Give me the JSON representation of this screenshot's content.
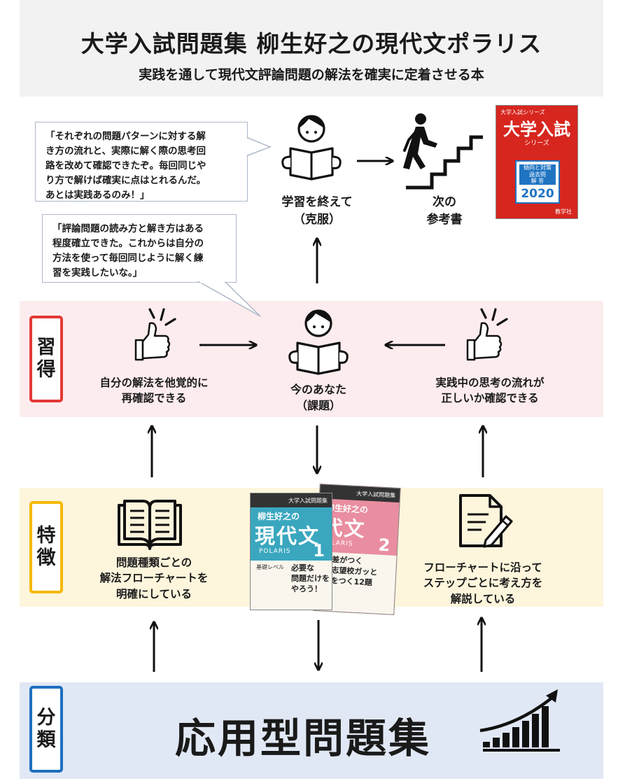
{
  "header": {
    "title": "大学入試問題集 柳生好之の現代文ポラリス",
    "subtitle": "実践を通して現代文評論問題の解法を確実に定着させる本"
  },
  "top_row": {
    "bubble1": [
      "「それぞれの問題パターンに対する解",
      "き方の流れと、実際に解く際の思考回",
      "路を改めて確認できたぞ。毎回同じや",
      "り方で解けば確実に点はとれるんだ。",
      "あとは実践あるのみ！」"
    ],
    "bubble2": [
      "「評論問題の読み方と解き方はある",
      "程度確立できた。これからは自分の",
      "方法を使って毎回同じように解く練",
      "習を実践したいな。」"
    ],
    "after_label": [
      "学習を終えて",
      "（克服）"
    ],
    "next_label": [
      "次の",
      "参考書"
    ],
    "reference_book": {
      "series_top": "大学入試シリーズ",
      "title": "大学入試",
      "sub": "シリーズ",
      "box_text": [
        "傾向と対策",
        "過去問",
        "解 答"
      ],
      "year": "2020",
      "publisher": "教学社"
    }
  },
  "section_mastery": {
    "tag": [
      "習",
      "得"
    ],
    "left_label": [
      "自分の解法を他覚的に",
      "再確認できる"
    ],
    "center_label": [
      "今のあなた",
      "（課題）"
    ],
    "right_label": [
      "実践中の思考の流れが",
      "正しいか確認できる"
    ]
  },
  "section_features": {
    "tag": [
      "特",
      "徴"
    ],
    "left_label": [
      "問題種類ごとの",
      "解法フローチャートを",
      "明確にしている"
    ],
    "right_label": [
      "フローチャートに沿って",
      "ステップごとに考え方を",
      "解説している"
    ],
    "books": [
      {
        "series": "大学入試問題集",
        "author": "柳生好之の",
        "main": "現代文",
        "polaris": "POLARIS",
        "number": "1",
        "copy": [
          "必要な",
          "問題だけを",
          "やろう！"
        ],
        "level": "基礎レベル"
      },
      {
        "series": "大学入試問題集",
        "author": "柳生好之の",
        "main": "代文",
        "polaris": "OLARIS",
        "number": "2",
        "copy": [
          "差がつく",
          "志望校ガッと",
          "をつく12題"
        ],
        "level": ""
      }
    ]
  },
  "section_category": {
    "tag": [
      "分",
      "類"
    ],
    "title": "応用型問題集"
  },
  "colors": {
    "header_bg": "#f2f2f2",
    "pink_band": "#fdecee",
    "yellow_band": "#fdf5dc",
    "blue_band": "#e1e8f5",
    "tag_red": "#e53935",
    "tag_yellow": "#f5b800",
    "tag_blue": "#1e6fc0",
    "book1": "#3aa7bf",
    "book2": "#e98ea0",
    "reference_book": "#d7261e"
  },
  "icons": [
    "person-reading-icon",
    "climbing-stairs-icon",
    "thumbs-up-icon",
    "open-book-icon",
    "document-pen-icon",
    "rising-chart-icon",
    "arrow-icon"
  ]
}
